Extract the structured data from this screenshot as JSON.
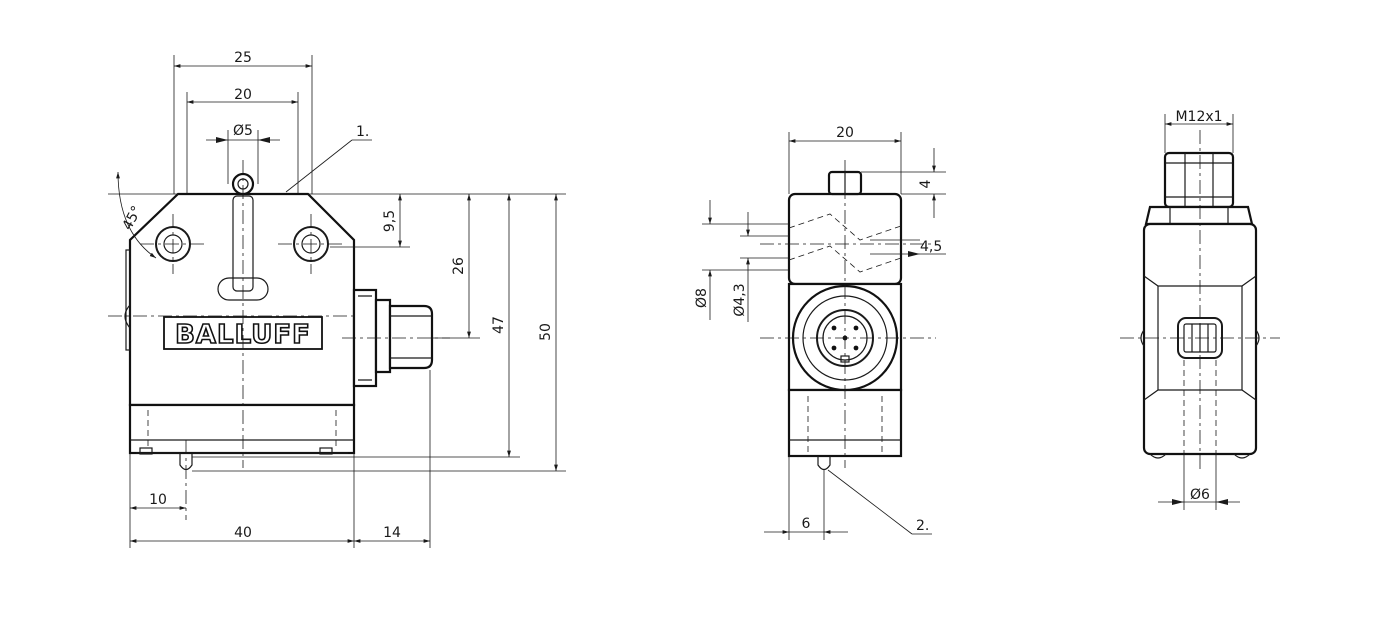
{
  "front_view": {
    "dim_25": "25",
    "dim_20": "20",
    "dim_dia5": "Ø5",
    "callout_1": "1.",
    "angle_45": "45°",
    "dim_9_5": "9,5",
    "dim_26": "26",
    "dim_47": "47",
    "dim_50": "50",
    "dim_10": "10",
    "dim_40": "40",
    "dim_14": "14",
    "logo": "BALLUFF"
  },
  "side_view": {
    "dim_20": "20",
    "dim_4": "4",
    "dim_4_5": "4,5",
    "dim_dia8": "Ø8",
    "dim_dia4_3": "Ø4,3",
    "dim_6": "6",
    "callout_2": "2."
  },
  "rear_view": {
    "thread": "M12x1",
    "dim_dia6": "Ø6"
  }
}
